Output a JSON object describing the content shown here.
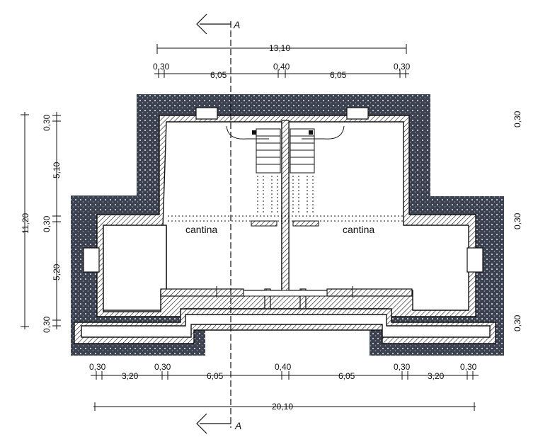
{
  "section_marker": "A",
  "rooms": [
    "cantina",
    "cantina"
  ],
  "dims": {
    "top_total": "13,10",
    "top_wall_left": "0,30",
    "top_room_left": "6,05",
    "top_mid": "0,40",
    "top_room_right": "6,05",
    "top_wall_right": "0,30",
    "left_total": "11,20",
    "left_w1": "0,30",
    "left_h1": "5,10",
    "left_w2": "0,30",
    "left_h2": "5,20",
    "left_w3": "0,30",
    "right_w1": "0,30",
    "right_w2": "0,30",
    "right_w3": "0,30",
    "bot_w1": "0,30",
    "bot_r1": "3,20",
    "bot_w2": "0,30",
    "bot_r2": "6,05",
    "bot_mid": "0,40",
    "bot_r3": "6,05",
    "bot_w3": "0,30",
    "bot_r4": "3,20",
    "bot_w4": "0,30",
    "bot_total": "20,10"
  }
}
